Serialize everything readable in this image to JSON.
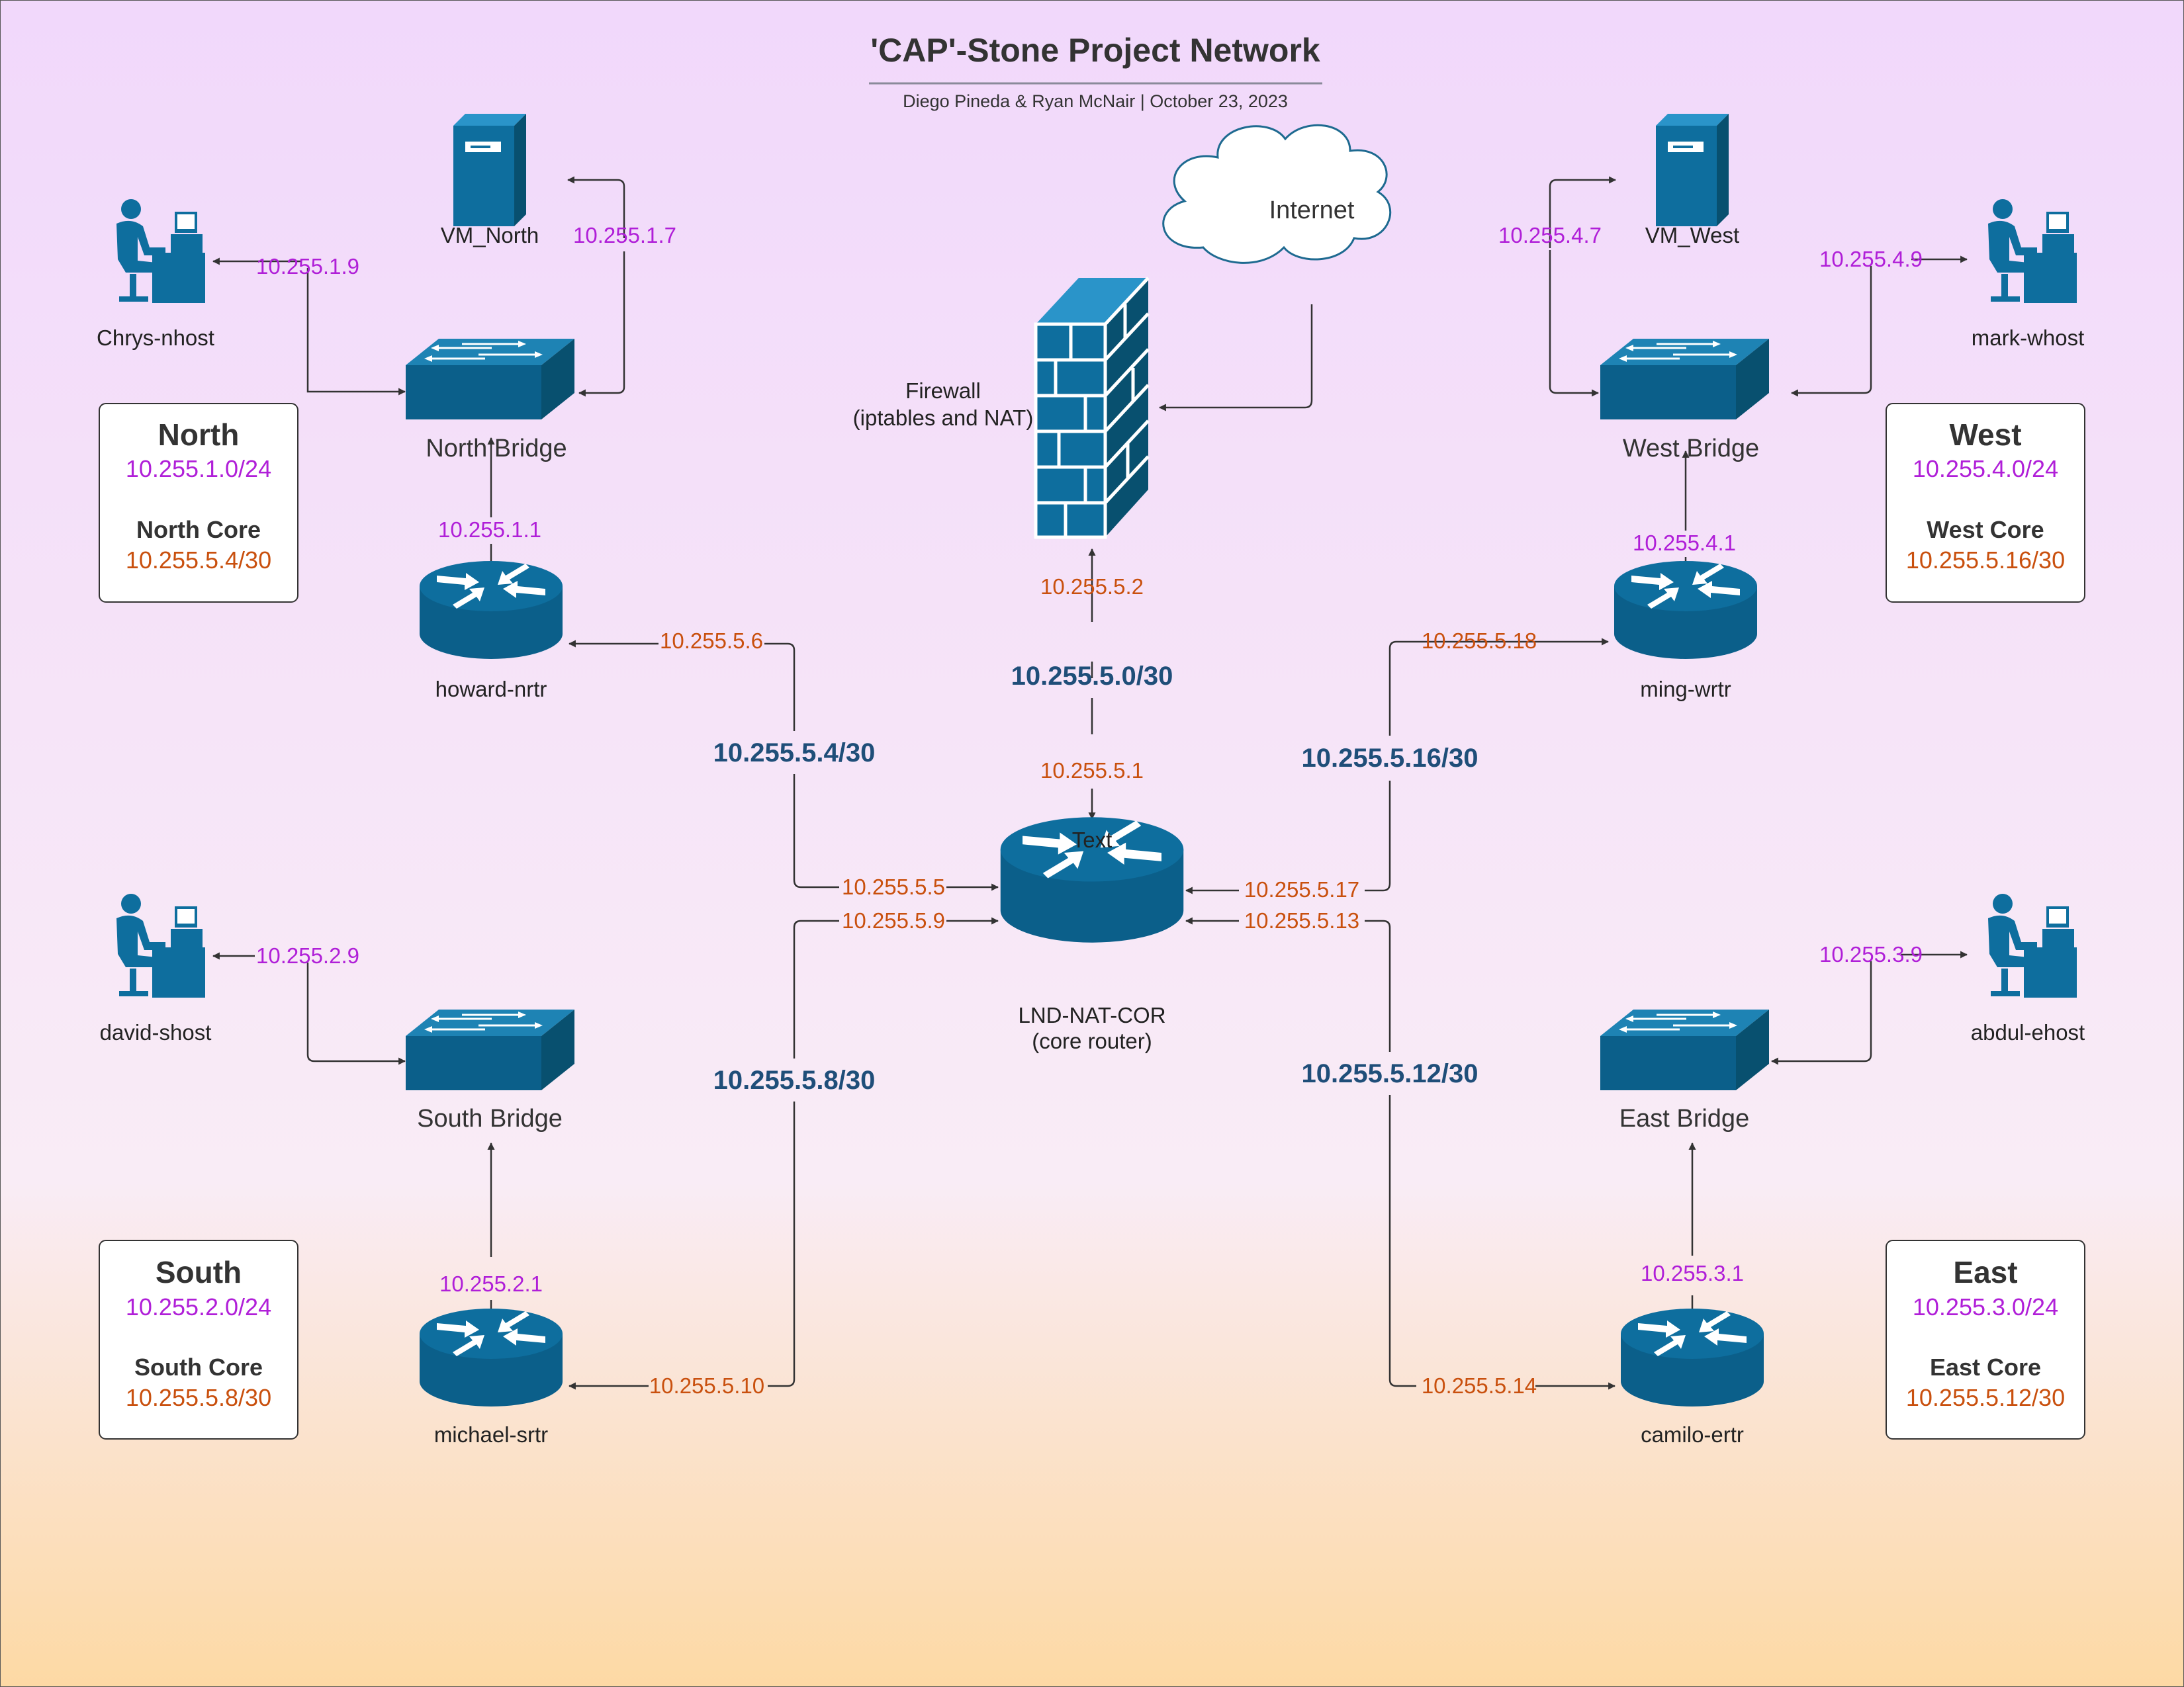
{
  "title": "'CAP'-Stone Project Network",
  "subtitle": "Diego Pineda & Ryan McNair  |  October 23, 2023",
  "colors": {
    "device_blue": "#0e6e9e",
    "lan_text": "#b01fd8",
    "core_text": "#c9500e",
    "subnet_text": "#1f4e79",
    "bg_top": "#f1d8fb",
    "bg_bottom": "#fdd9a4"
  },
  "cloud": {
    "label": "Internet",
    "icon": "cloud-icon"
  },
  "firewall": {
    "label_line1": "Firewall",
    "label_line2": "(iptables and NAT)",
    "icon": "firewall-icon"
  },
  "core_router": {
    "top_label": "Text",
    "label_line1": "LND-NAT-COR",
    "label_line2": "(core router)",
    "icon": "router-icon"
  },
  "hosts": {
    "chrys": "Chrys-nhost",
    "mark": "mark-whost",
    "david": "david-shost",
    "abdul": "abdul-ehost"
  },
  "servers": {
    "north": "VM_North",
    "west": "VM_West"
  },
  "bridges": {
    "north": "North  Bridge",
    "west": "West  Bridge",
    "south": "South  Bridge",
    "east": "East  Bridge"
  },
  "routers": {
    "north": "howard-nrtr",
    "west": "ming-wrtr",
    "south": "michael-srtr",
    "east": "camilo-ertr"
  },
  "lan_ips": {
    "chrys": "10.255.1.9",
    "vm_north": "10.255.1.7",
    "north_gw": "10.255.1.1",
    "vm_west": "10.255.4.7",
    "mark": "10.255.4.9",
    "west_gw": "10.255.4.1",
    "david": "10.255.2.9",
    "south_gw": "10.255.2.1",
    "abdul": "10.255.3.9",
    "east_gw": "10.255.3.1"
  },
  "core_ips": {
    "fw": "10.255.5.2",
    "core_fw": "10.255.5.1",
    "howard": "10.255.5.6",
    "core_north": "10.255.5.5",
    "ming": "10.255.5.18",
    "core_west": "10.255.5.17",
    "core_south": "10.255.5.9",
    "michael": "10.255.5.10",
    "core_east": "10.255.5.13",
    "camilo": "10.255.5.14"
  },
  "subnets": {
    "fw": "10.255.5.0/30",
    "north": "10.255.5.4/30",
    "west": "10.255.5.16/30",
    "south": "10.255.5.8/30",
    "east": "10.255.5.12/30"
  },
  "boxes": {
    "north": {
      "title": "North",
      "lan": "10.255.1.0/24",
      "core_title": "North Core",
      "core": "10.255.5.4/30"
    },
    "west": {
      "title": "West",
      "lan": "10.255.4.0/24",
      "core_title": "West Core",
      "core": "10.255.5.16/30"
    },
    "south": {
      "title": "South",
      "lan": "10.255.2.0/24",
      "core_title": "South Core",
      "core": "10.255.5.8/30"
    },
    "east": {
      "title": "East",
      "lan": "10.255.3.0/24",
      "core_title": "East Core",
      "core": "10.255.5.12/30"
    }
  }
}
